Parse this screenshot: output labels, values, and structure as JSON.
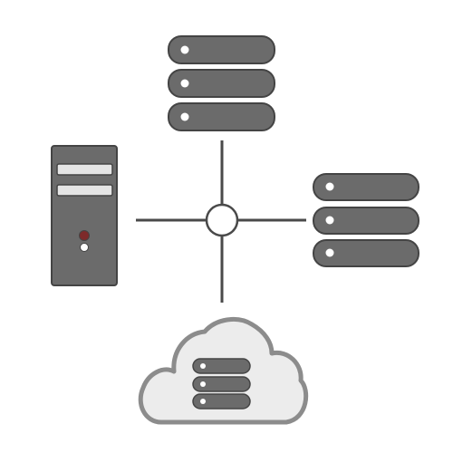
{
  "diagram": {
    "nodes": [
      {
        "id": "server-rack-top",
        "icon": "server-rack-icon",
        "units": 3
      },
      {
        "id": "server-rack-right",
        "icon": "server-rack-icon",
        "units": 3
      },
      {
        "id": "tower-pc-left",
        "icon": "desktop-tower-icon"
      },
      {
        "id": "cloud-storage-bottom",
        "icon": "cloud-server-icon",
        "units": 3
      }
    ],
    "hub": {
      "id": "network-hub",
      "icon": "hub-node-icon"
    },
    "links": [
      "hub-server-rack-top",
      "hub-server-rack-right",
      "hub-tower-pc-left",
      "hub-cloud-storage-bottom"
    ]
  },
  "colors": {
    "unit_fill": "#6b6b6b",
    "unit_stroke": "#444444",
    "line": "#4a4a4a",
    "hub_fill": "#ffffff",
    "cloud_fill": "#ececec",
    "cloud_stroke": "#8c8c8c",
    "tower_body": "#6b6b6b",
    "drive_bay": "#e4e4e4",
    "power_led": "#7d2a2a",
    "status_led": "#ffffff"
  }
}
